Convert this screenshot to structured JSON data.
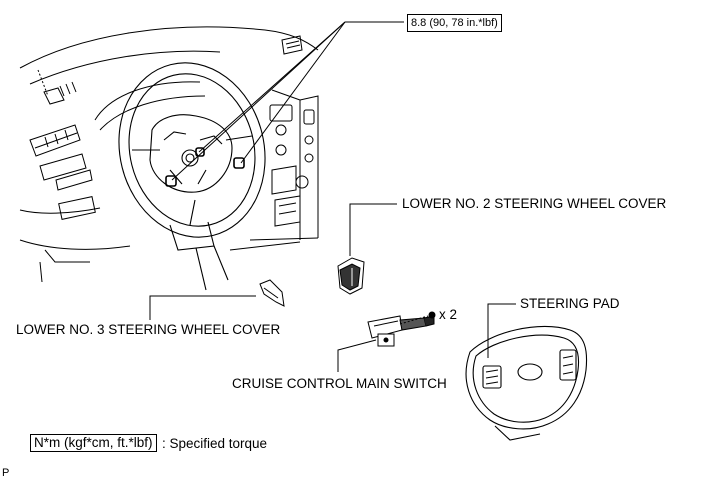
{
  "figure": {
    "torque_callout": "8.8 (90, 78 in.*lbf)",
    "quantity_callout": "x 2",
    "page_marker": "P",
    "parts": {
      "lower_no2_cover": "LOWER NO. 2 STEERING WHEEL COVER",
      "lower_no3_cover": "LOWER NO. 3 STEERING WHEEL COVER",
      "steering_pad": "STEERING PAD",
      "cruise_switch": "CRUISE CONTROL MAIN SWITCH"
    },
    "legend": {
      "unit_box": "N*m (kgf*cm, ft.*lbf)",
      "unit_desc": ": Specified torque"
    }
  }
}
